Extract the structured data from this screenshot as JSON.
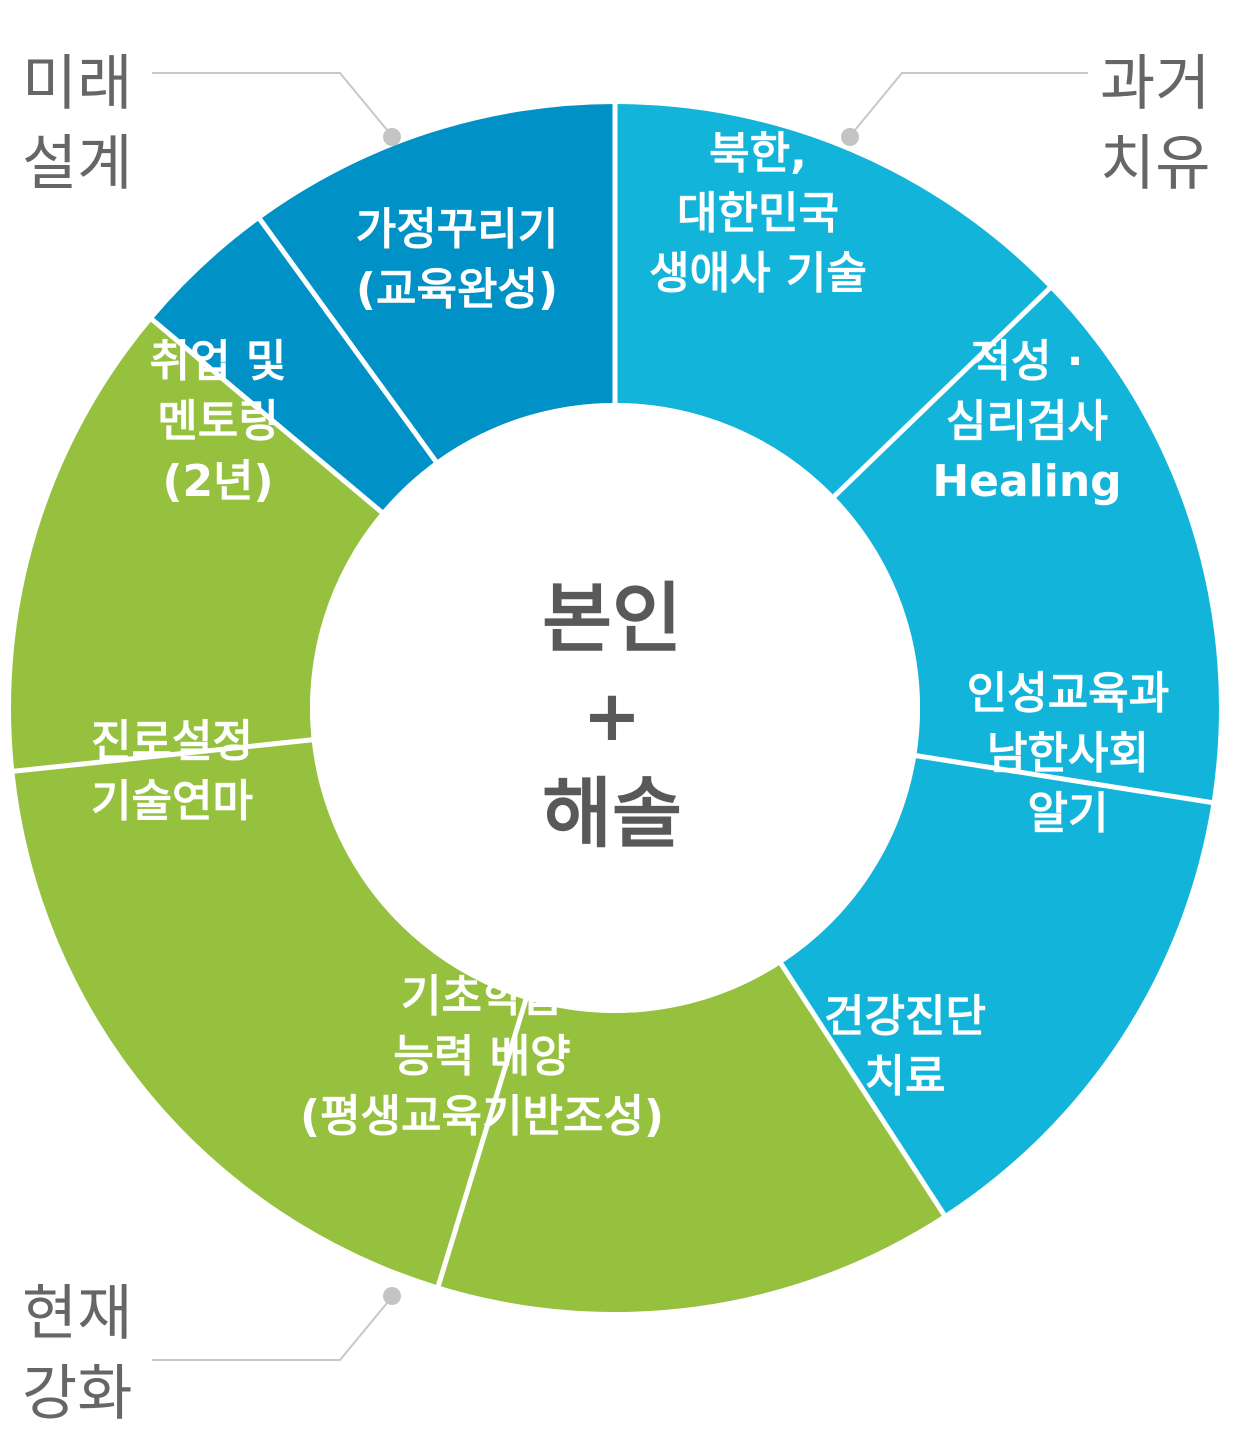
{
  "center": {
    "line1": "본인",
    "plus": "+",
    "line2": "해솔"
  },
  "corners": {
    "top_left": [
      "미래",
      "설계"
    ],
    "top_right": [
      "과거",
      "치유"
    ],
    "bottom_left": [
      "현재",
      "강화"
    ]
  },
  "segments": [
    {
      "id": "north-korea",
      "lines": [
        "북한,",
        "대한민국",
        "생애사 기술"
      ],
      "color": "#13b4da"
    },
    {
      "id": "aptitude",
      "lines": [
        "적성 ·",
        "심리검사",
        "Healing"
      ],
      "color": "#13b4da"
    },
    {
      "id": "character",
      "lines": [
        "인성교육과",
        "남한사회",
        "알기"
      ],
      "color": "#13b4da"
    },
    {
      "id": "health",
      "lines": [
        "건강진단",
        "치료"
      ],
      "color": "#95c13f"
    },
    {
      "id": "basic-learning",
      "lines": [
        "기초학습",
        "능력 배양",
        "(평생교육기반조성)"
      ],
      "color": "#95c13f"
    },
    {
      "id": "career",
      "lines": [
        "진로설정",
        "기술연마"
      ],
      "color": "#95c13f"
    },
    {
      "id": "employment",
      "lines": [
        "취업 및",
        "멘토링",
        "(2년)"
      ],
      "color": "#0092c6"
    },
    {
      "id": "family",
      "lines": [
        "가정꾸리기",
        "(교육완성)"
      ],
      "color": "#0092c6"
    }
  ],
  "colors": {
    "inner_ring": "#ffffff",
    "text_dark": "#595959",
    "corner_text": "#666666"
  }
}
